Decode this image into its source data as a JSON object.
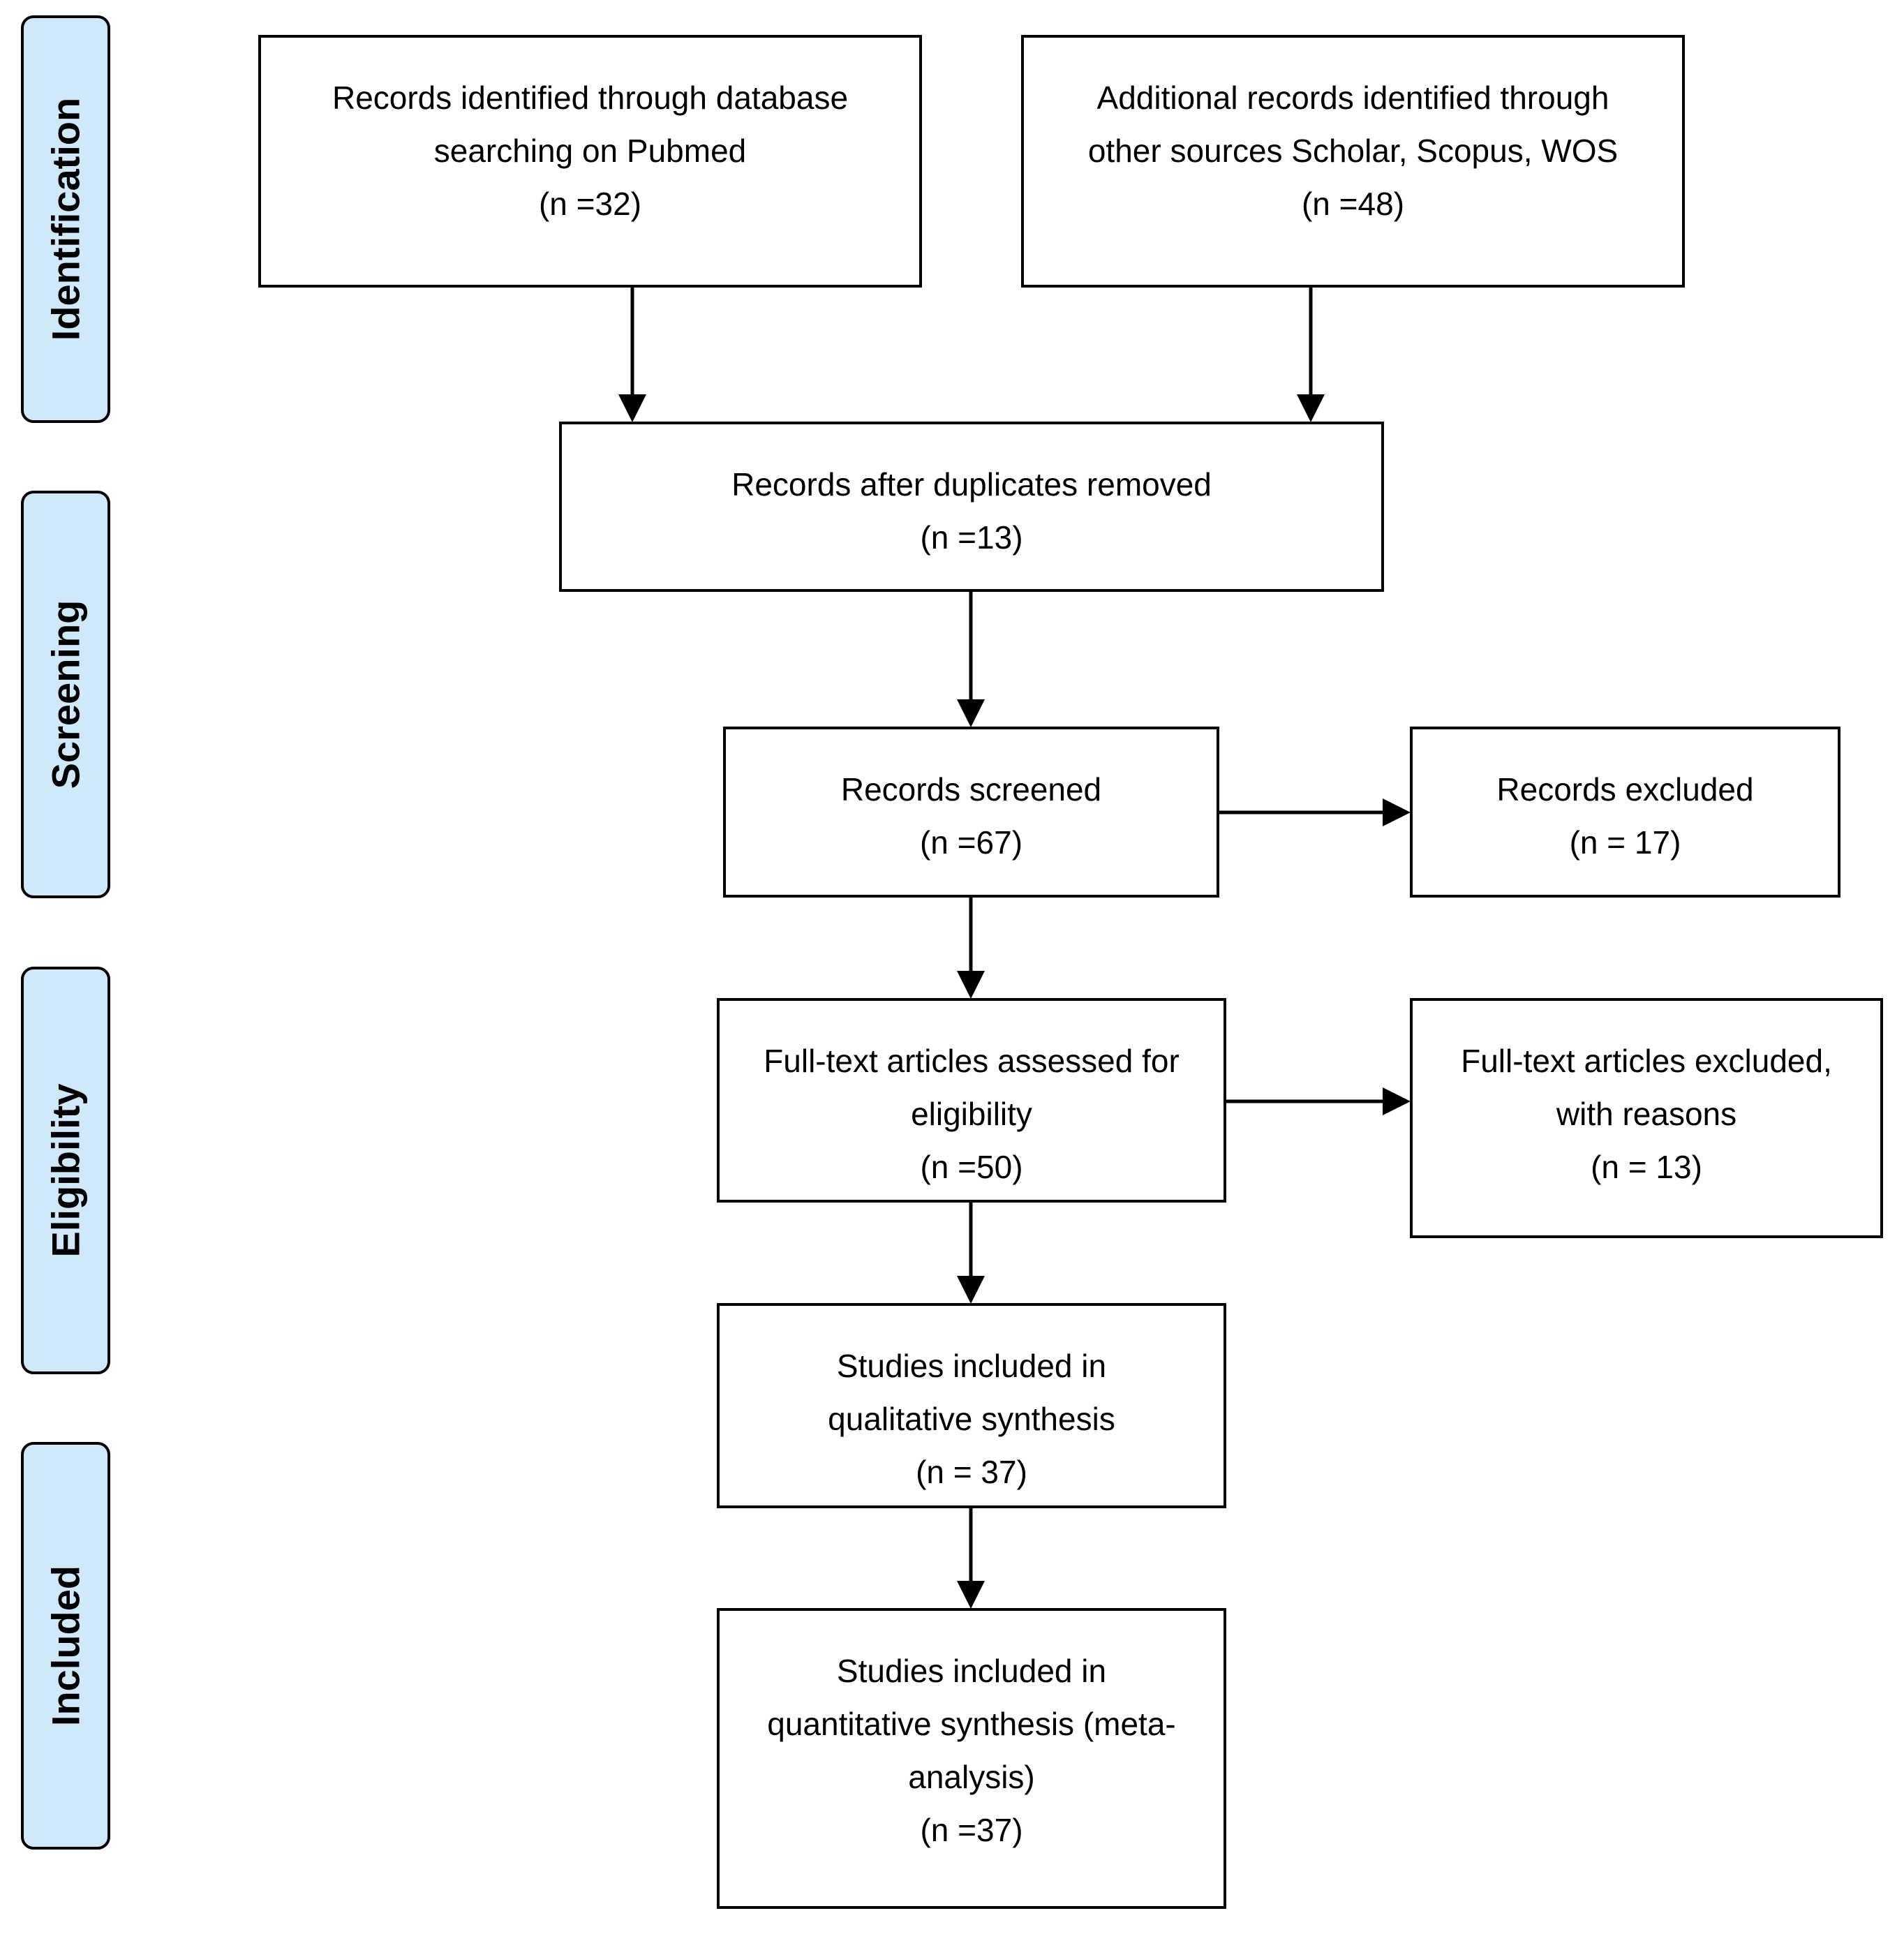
{
  "phases": {
    "identification": "Identification",
    "screening": "Screening",
    "eligibility": "Eligibility",
    "included": "Included"
  },
  "boxes": {
    "pubmed": {
      "line1": "Records identified through database",
      "line2": "searching on Pubmed",
      "count": "(n =32)"
    },
    "other_sources": {
      "line1": "Additional records identified through",
      "line2": "other sources Scholar, Scopus, WOS",
      "count": "(n =48)"
    },
    "duplicates_removed": {
      "line1": "Records after duplicates removed",
      "count": "(n =13)"
    },
    "screened": {
      "line1": "Records screened",
      "count": "(n =67)"
    },
    "excluded": {
      "line1": "Records excluded",
      "count": "(n = 17)"
    },
    "fulltext_assessed": {
      "line1": "Full-text articles assessed for",
      "line2": "eligibility",
      "count": "(n =50)"
    },
    "fulltext_excluded": {
      "line1": "Full-text articles excluded,",
      "line2": "with reasons",
      "count": "(n = 13)"
    },
    "qualitative": {
      "line1": "Studies included in",
      "line2": "qualitative synthesis",
      "count": "(n = 37)"
    },
    "quantitative": {
      "line1": "Studies included in",
      "line2": "quantitative synthesis (meta-",
      "line3": "analysis)",
      "count": "(n =37)"
    }
  },
  "colors": {
    "phase_fill": "#cfe9fb",
    "border": "#000000",
    "box_fill": "#ffffff"
  }
}
